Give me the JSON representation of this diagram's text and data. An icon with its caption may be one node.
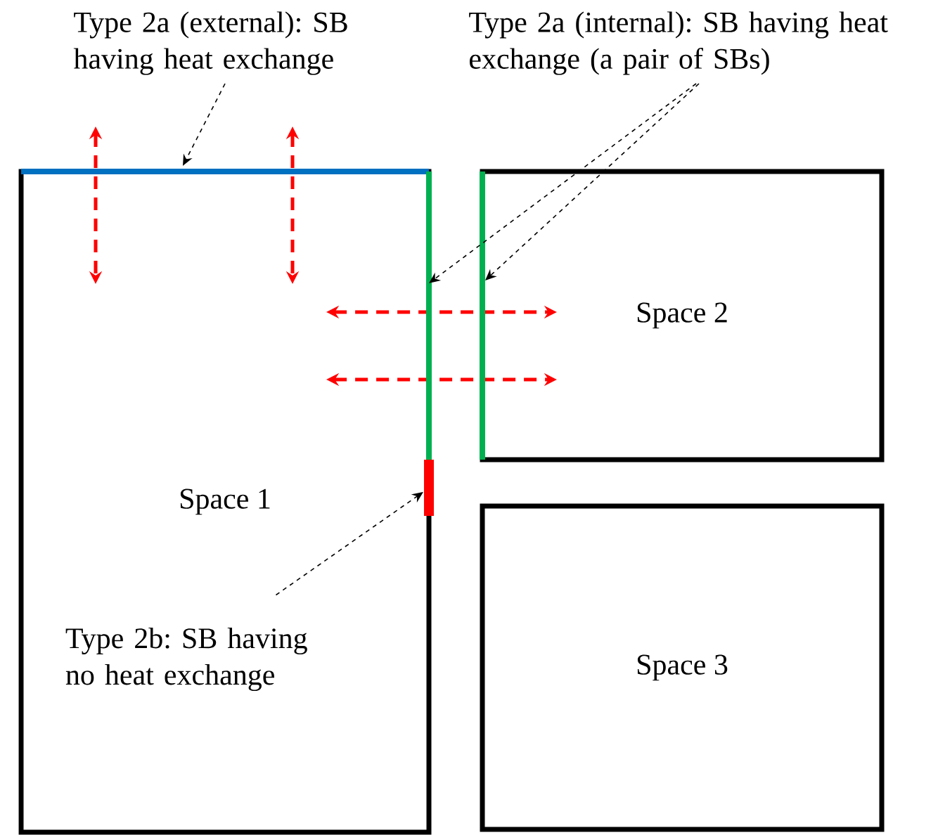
{
  "diagram": {
    "nodes": [
      {
        "text": [
          "Space 1"
        ]
      },
      {
        "text": [
          "Space 2"
        ]
      },
      {
        "text": [
          "Space 3"
        ]
      },
      {
        "text": [
          "Type 2a (external): SB having heat exchange"
        ]
      },
      {
        "text": [
          "Type 2a (internal): SB having heat exchange (a pair of SBs)"
        ]
      },
      {
        "text": [
          "Type 2b: SB having no heat exchange"
        ],
        "in": 0
      },
      {
        "text": [],
        "shape": "bar"
      },
      {
        "text": [],
        "shape": "bar"
      },
      {
        "text": [],
        "shape": "bar"
      },
      {
        "text": [],
        "shape": "bar"
      }
    ],
    "edges": [
      {
        "from": 3,
        "to": 6,
        "arrow": "to",
        "style": "dashed"
      },
      {
        "from": 4,
        "to": 7,
        "arrow": "to",
        "style": "dashed"
      },
      {
        "from": 4,
        "to": 8,
        "arrow": "to",
        "style": "dashed"
      },
      {
        "from": 5,
        "to": 9,
        "arrow": "to",
        "style": "dashed"
      }
    ]
  }
}
